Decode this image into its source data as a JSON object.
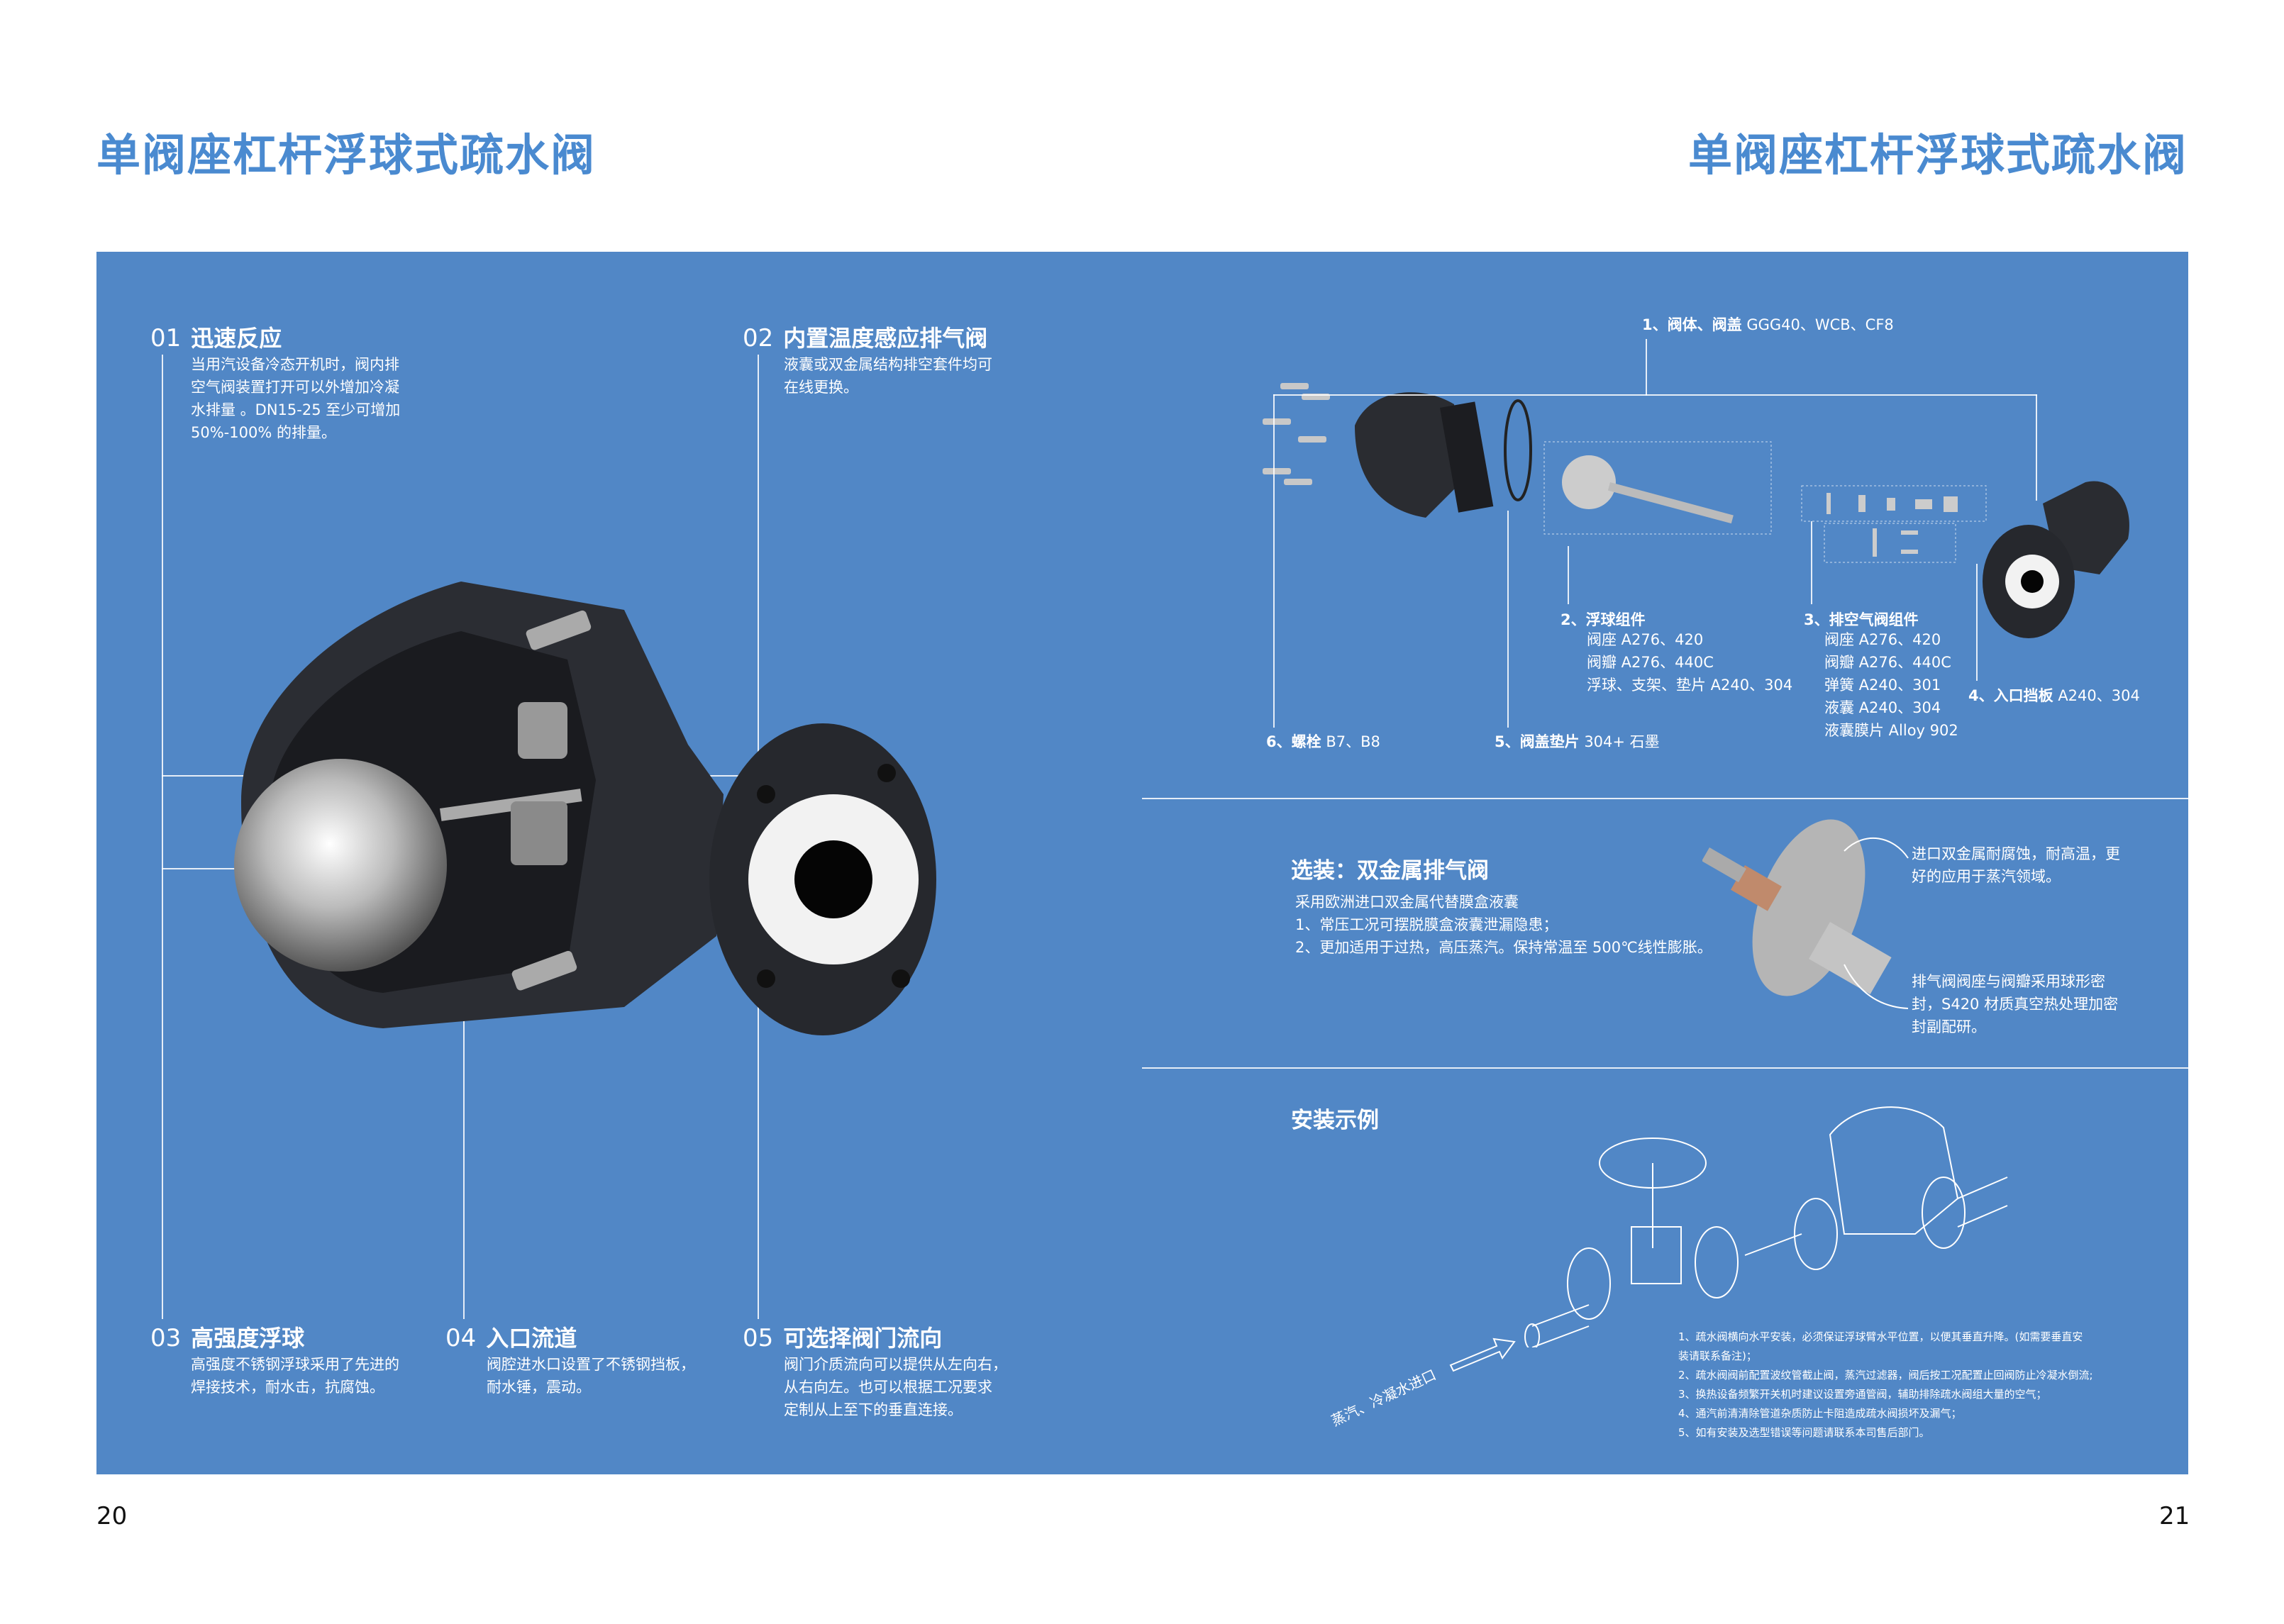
{
  "header": {
    "left_title": "单阀座杠杆浮球式疏水阀",
    "right_title": "单阀座杠杆浮球式疏水阀"
  },
  "features": [
    {
      "num": "01",
      "title": "迅速反应",
      "lines": [
        "当用汽设备冷态开机时，阀内排",
        "空气阀装置打开可以外增加冷凝",
        "水排量 。DN15-25 至少可增加",
        "50%-100% 的排量。"
      ]
    },
    {
      "num": "02",
      "title": "内置温度感应排气阀",
      "lines": [
        "液囊或双金属结构排空套件均可",
        "在线更换。"
      ]
    },
    {
      "num": "03",
      "title": "高强度浮球",
      "lines": [
        "高强度不锈钢浮球采用了先进的",
        "焊接技术，耐水击，抗腐蚀。"
      ]
    },
    {
      "num": "04",
      "title": "入口流道",
      "lines": [
        "阀腔进水口设置了不锈钢挡板，",
        "耐水锤，震动。"
      ]
    },
    {
      "num": "05",
      "title": "可选择阀门流向",
      "lines": [
        "阀门介质流向可以提供从左向右，",
        "从右向左。也可以根据工况要求",
        "定制从上至下的垂直连接。"
      ]
    }
  ],
  "parts": {
    "p1": {
      "name": "1、阀体、阀盖",
      "value": "GGG40、WCB、CF8"
    },
    "p2": {
      "name": "2、浮球组件",
      "lines": [
        "阀座  A276、420",
        "阀瓣 A276、440C",
        "浮球、支架、垫片 A240、304"
      ]
    },
    "p3": {
      "name": "3、排空气阀组件",
      "lines": [
        "阀座  A276、420",
        "阀瓣 A276、440C",
        "弹簧 A240、301",
        "液囊 A240、304",
        "液囊膜片 Alloy 902"
      ]
    },
    "p4": {
      "name": "4、入口挡板",
      "value": "A240、304"
    },
    "p5": {
      "name": "5、阀盖垫片",
      "value": "304+ 石墨"
    },
    "p6": {
      "name": "6、螺栓",
      "value": "B7、B8"
    }
  },
  "option": {
    "title": "选装：双金属排气阀",
    "lines": [
      "采用欧洲进口双金属代替膜盒液囊",
      "1、常压工况可摆脱膜盒液囊泄漏隐患；",
      "2、更加适用于过热，高压蒸汽。保持常温至 500℃线性膨胀。"
    ],
    "callout1": [
      "进口双金属耐腐蚀，耐高温，更",
      "好的应用于蒸汽领域。"
    ],
    "callout2": [
      "排气阀阀座与阀瓣采用球形密",
      "封，S420 材质真空热处理加密",
      "封副配研。"
    ]
  },
  "install": {
    "title": "安装示例",
    "inlet_label": "蒸汽、冷凝水进口",
    "notes": [
      "1、疏水阀横向水平安装，必须保证浮球臂水平位置，以便其垂直升降。(如需要垂直安",
      "装请联系备注)；",
      "2、疏水阀阀前配置波纹管截止阀，蒸汽过滤器，阀后按工况配置止回阀防止冷凝水倒流;",
      "3、换热设备频繁开关机时建议设置旁通管阀，辅助排除疏水阀组大量的空气；",
      "4、通汽前清清除管道杂质防止卡阻造成疏水阀损坏及漏气；",
      "5、如有安装及选型错误等问题请联系本司售后部门。"
    ]
  },
  "pages": {
    "left": "20",
    "right": "21"
  }
}
